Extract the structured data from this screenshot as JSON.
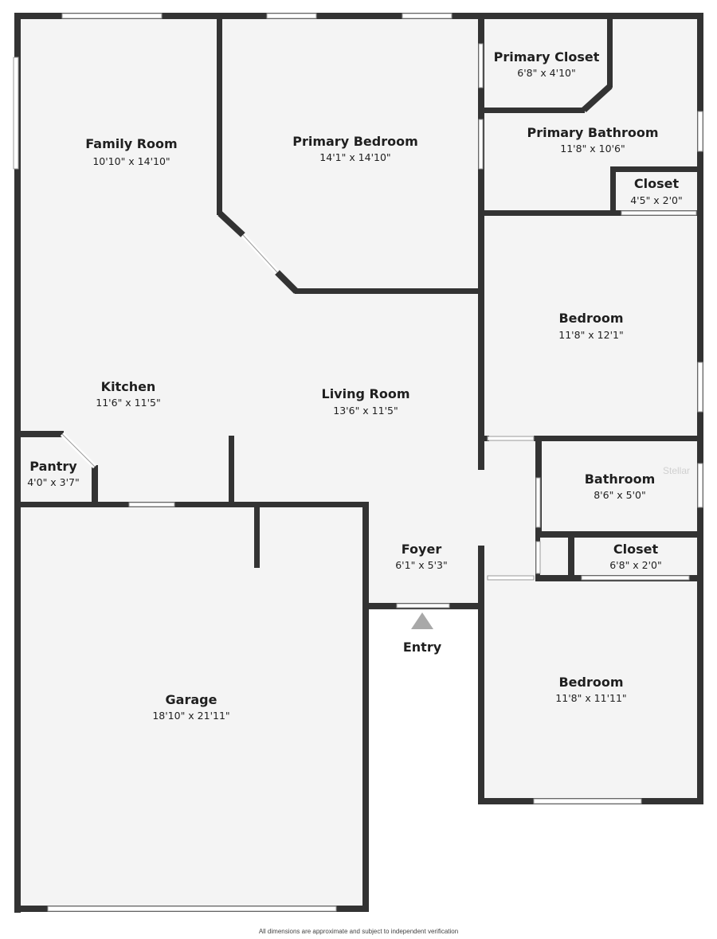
{
  "rooms": {
    "family_room": {
      "name": "Family Room",
      "dims": "10'10\" x 14'10\""
    },
    "primary_bedroom": {
      "name": "Primary Bedroom",
      "dims": "14'1\" x 14'10\""
    },
    "primary_closet": {
      "name": "Primary Closet",
      "dims": "6'8\" x 4'10\""
    },
    "primary_bathroom": {
      "name": "Primary Bathroom",
      "dims": "11'8\" x 10'6\""
    },
    "closet_1": {
      "name": "Closet",
      "dims": "4'5\" x 2'0\""
    },
    "bedroom_1": {
      "name": "Bedroom",
      "dims": "11'8\" x 12'1\""
    },
    "kitchen": {
      "name": "Kitchen",
      "dims": "11'6\" x 11'5\""
    },
    "living_room": {
      "name": "Living Room",
      "dims": "13'6\" x 11'5\""
    },
    "pantry": {
      "name": "Pantry",
      "dims": "4'0\" x 3'7\""
    },
    "bathroom": {
      "name": "Bathroom",
      "dims": "8'6\" x 5'0\""
    },
    "foyer": {
      "name": "Foyer",
      "dims": "6'1\" x 5'3\""
    },
    "closet_2": {
      "name": "Closet",
      "dims": "6'8\" x 2'0\""
    },
    "garage": {
      "name": "Garage",
      "dims": "18'10\" x 21'11\""
    },
    "bedroom_2": {
      "name": "Bedroom",
      "dims": "11'8\" x 11'11\""
    }
  },
  "entry": {
    "label": "Entry"
  },
  "disclaimer": "All dimensions are approximate and subject to independent verification",
  "watermark": "Stellar",
  "colors": {
    "wall": "#333333",
    "floor": "#f4f4f4",
    "entry_arrow": "#a8a8a8"
  }
}
